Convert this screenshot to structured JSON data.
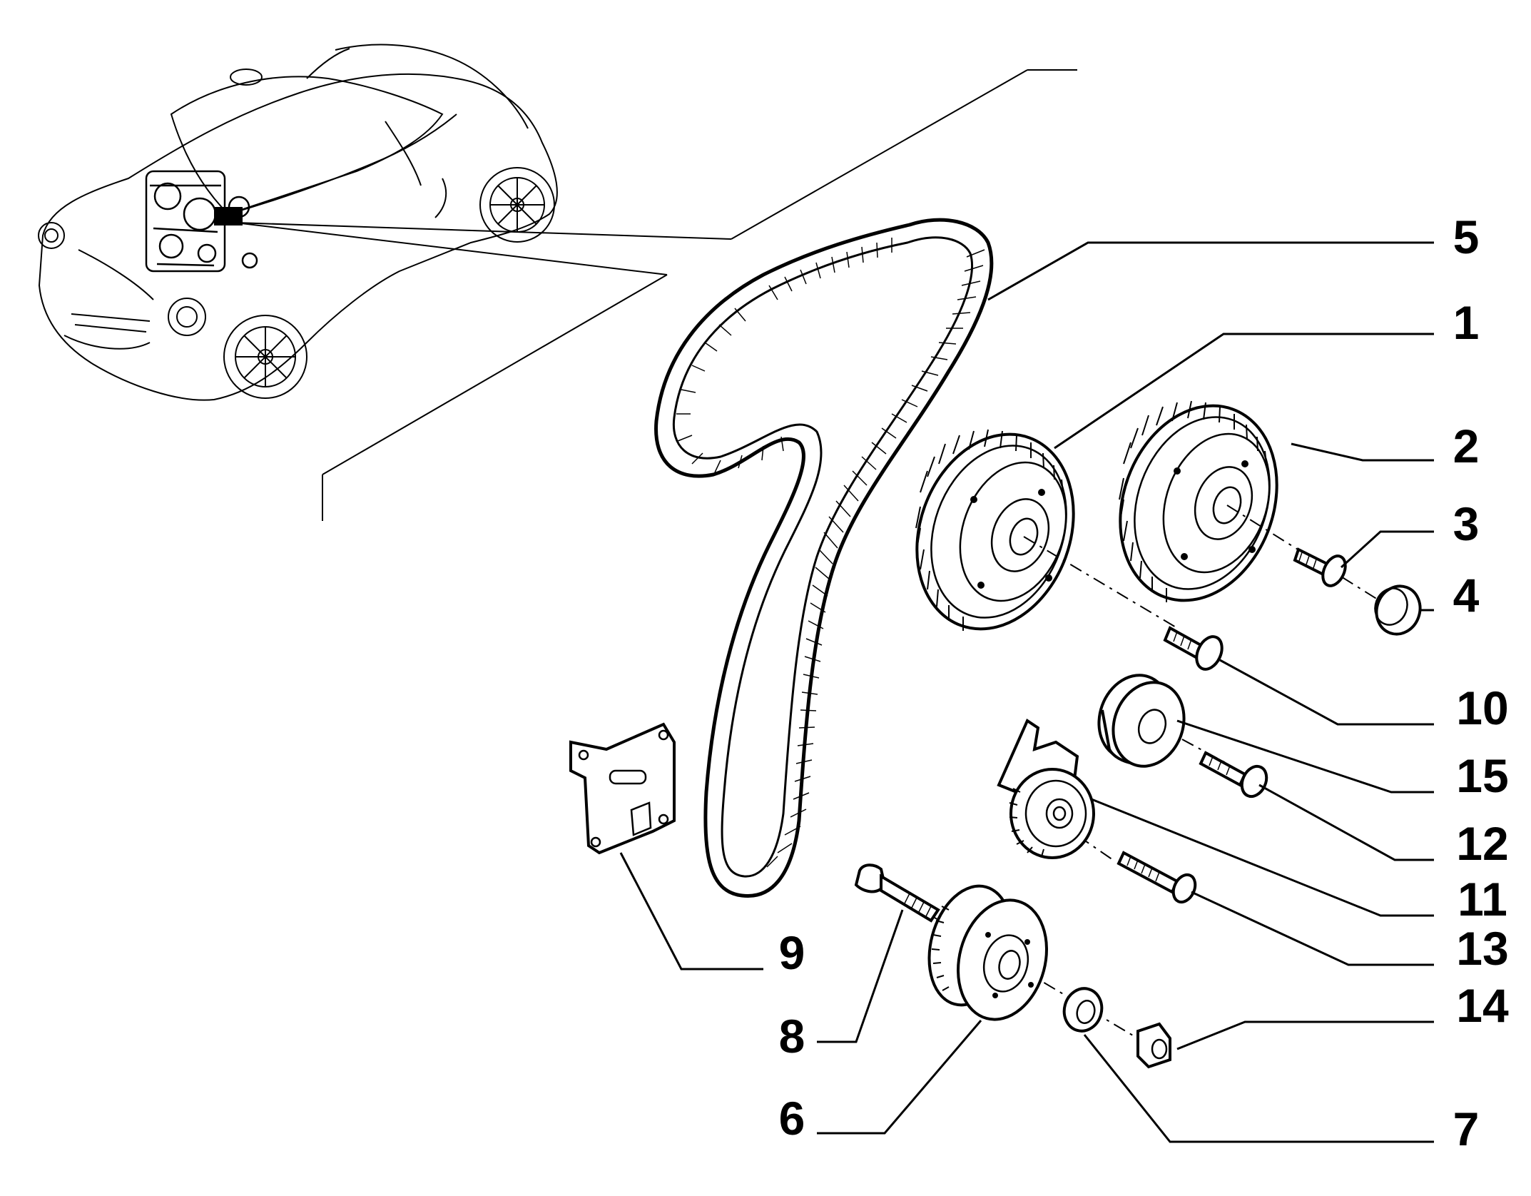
{
  "diagram": {
    "stroke_color": "#000000",
    "background_color": "#ffffff",
    "callouts": [
      {
        "id": "5",
        "text": "5"
      },
      {
        "id": "1",
        "text": "1"
      },
      {
        "id": "2",
        "text": "2"
      },
      {
        "id": "3",
        "text": "3"
      },
      {
        "id": "4",
        "text": "4"
      },
      {
        "id": "10",
        "text": "10"
      },
      {
        "id": "15",
        "text": "15"
      },
      {
        "id": "12",
        "text": "12"
      },
      {
        "id": "11",
        "text": "11"
      },
      {
        "id": "13",
        "text": "13"
      },
      {
        "id": "9",
        "text": "9"
      },
      {
        "id": "14",
        "text": "14"
      },
      {
        "id": "8",
        "text": "8"
      },
      {
        "id": "6",
        "text": "6"
      },
      {
        "id": "7",
        "text": "7"
      }
    ]
  }
}
